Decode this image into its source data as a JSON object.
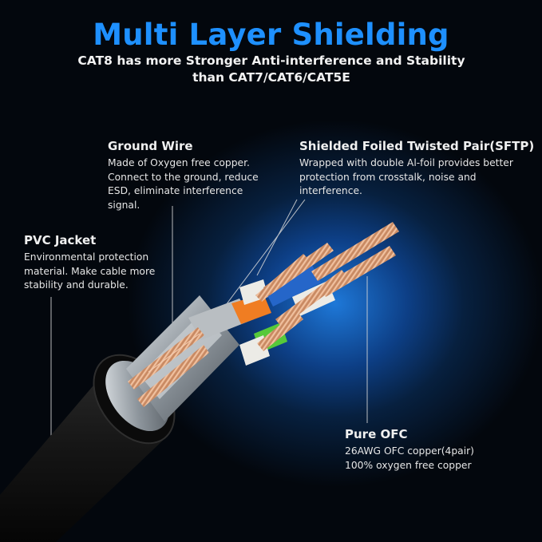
{
  "header": {
    "title": "Multi Layer Shielding",
    "subtitle_line1": "CAT8 has more Stronger Anti-interference and Stability",
    "subtitle_line2": "than CAT7/CAT6/CAT5E"
  },
  "callouts": {
    "ground_wire": {
      "heading": "Ground Wire",
      "lines": [
        "Made of Oxygen free copper.",
        "Connect to the ground, reduce",
        "ESD, eliminate interference",
        "signal."
      ]
    },
    "sftp": {
      "heading": "Shielded Foiled Twisted Pair(SFTP)",
      "lines": [
        "Wrapped with double Al-foil provides better",
        "protection from crosstalk, noise and",
        "interference."
      ]
    },
    "pvc_jacket": {
      "heading": "PVC Jacket",
      "lines": [
        "Environmental protection",
        "material. Make cable more",
        "stability and durable."
      ]
    },
    "pure_ofc": {
      "heading": "Pure OFC",
      "lines": [
        "26AWG OFC copper(4pair)",
        "100% oxygen free copper"
      ]
    }
  },
  "colors": {
    "title": "#1e90ff",
    "text": "#f0f0f0",
    "glow": "#1e78d8",
    "background": "#03070d",
    "copper": "#c98a63",
    "jacket": "#121212",
    "foil": "#a9b0b6",
    "pair_orange": "#f07d22",
    "pair_blue": "#2566c9",
    "pair_green": "#56c93a",
    "pair_white": "#ecebe6"
  },
  "icons": [
    "cable-illustration"
  ]
}
